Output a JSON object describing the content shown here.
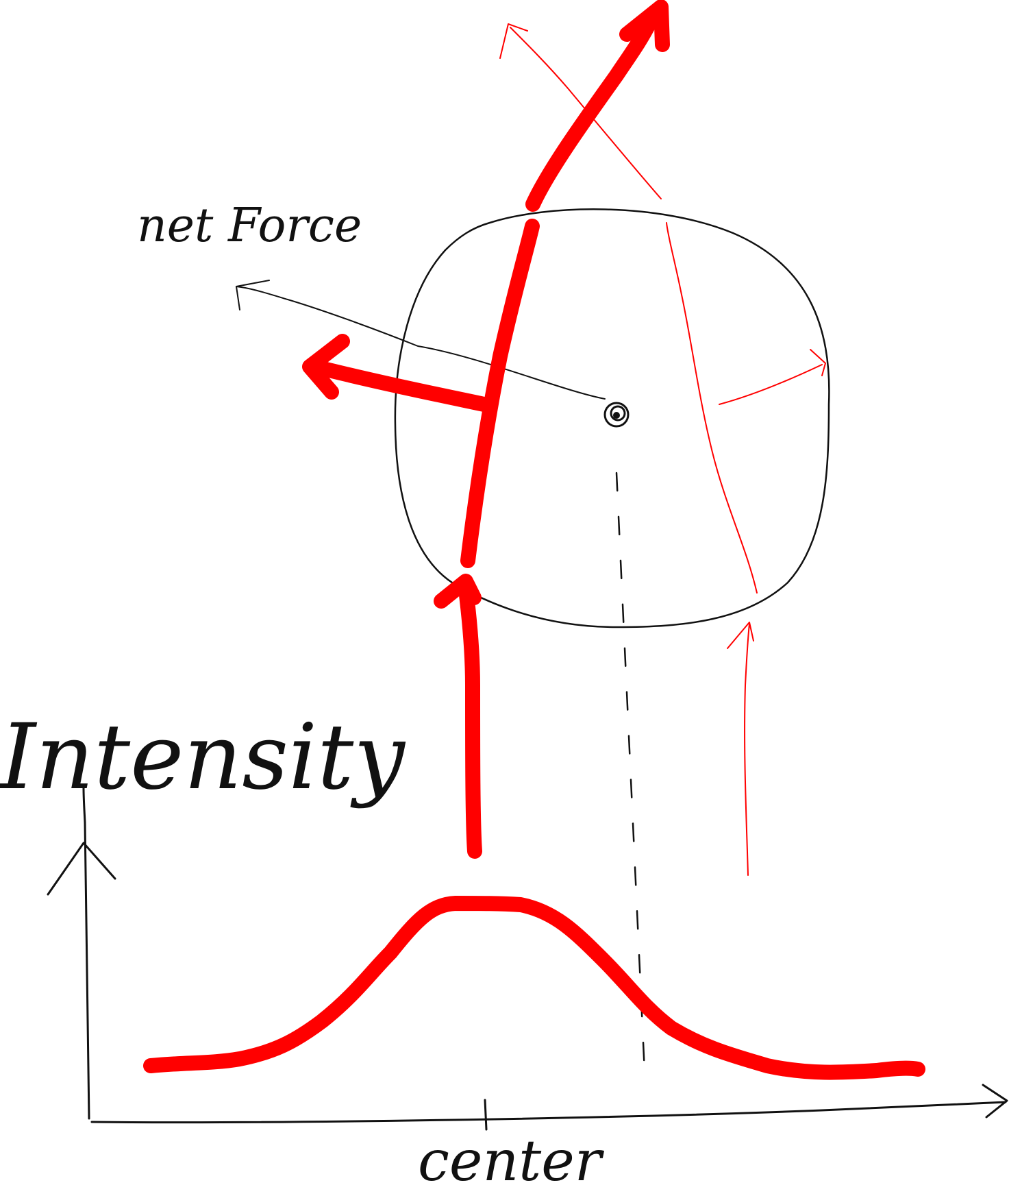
{
  "labels": {
    "net_force": "net Force",
    "intensity": "Intensity",
    "center": "center"
  },
  "colors": {
    "ink": "#111111",
    "beam": "#ff0000",
    "background": "#ffffff"
  }
}
